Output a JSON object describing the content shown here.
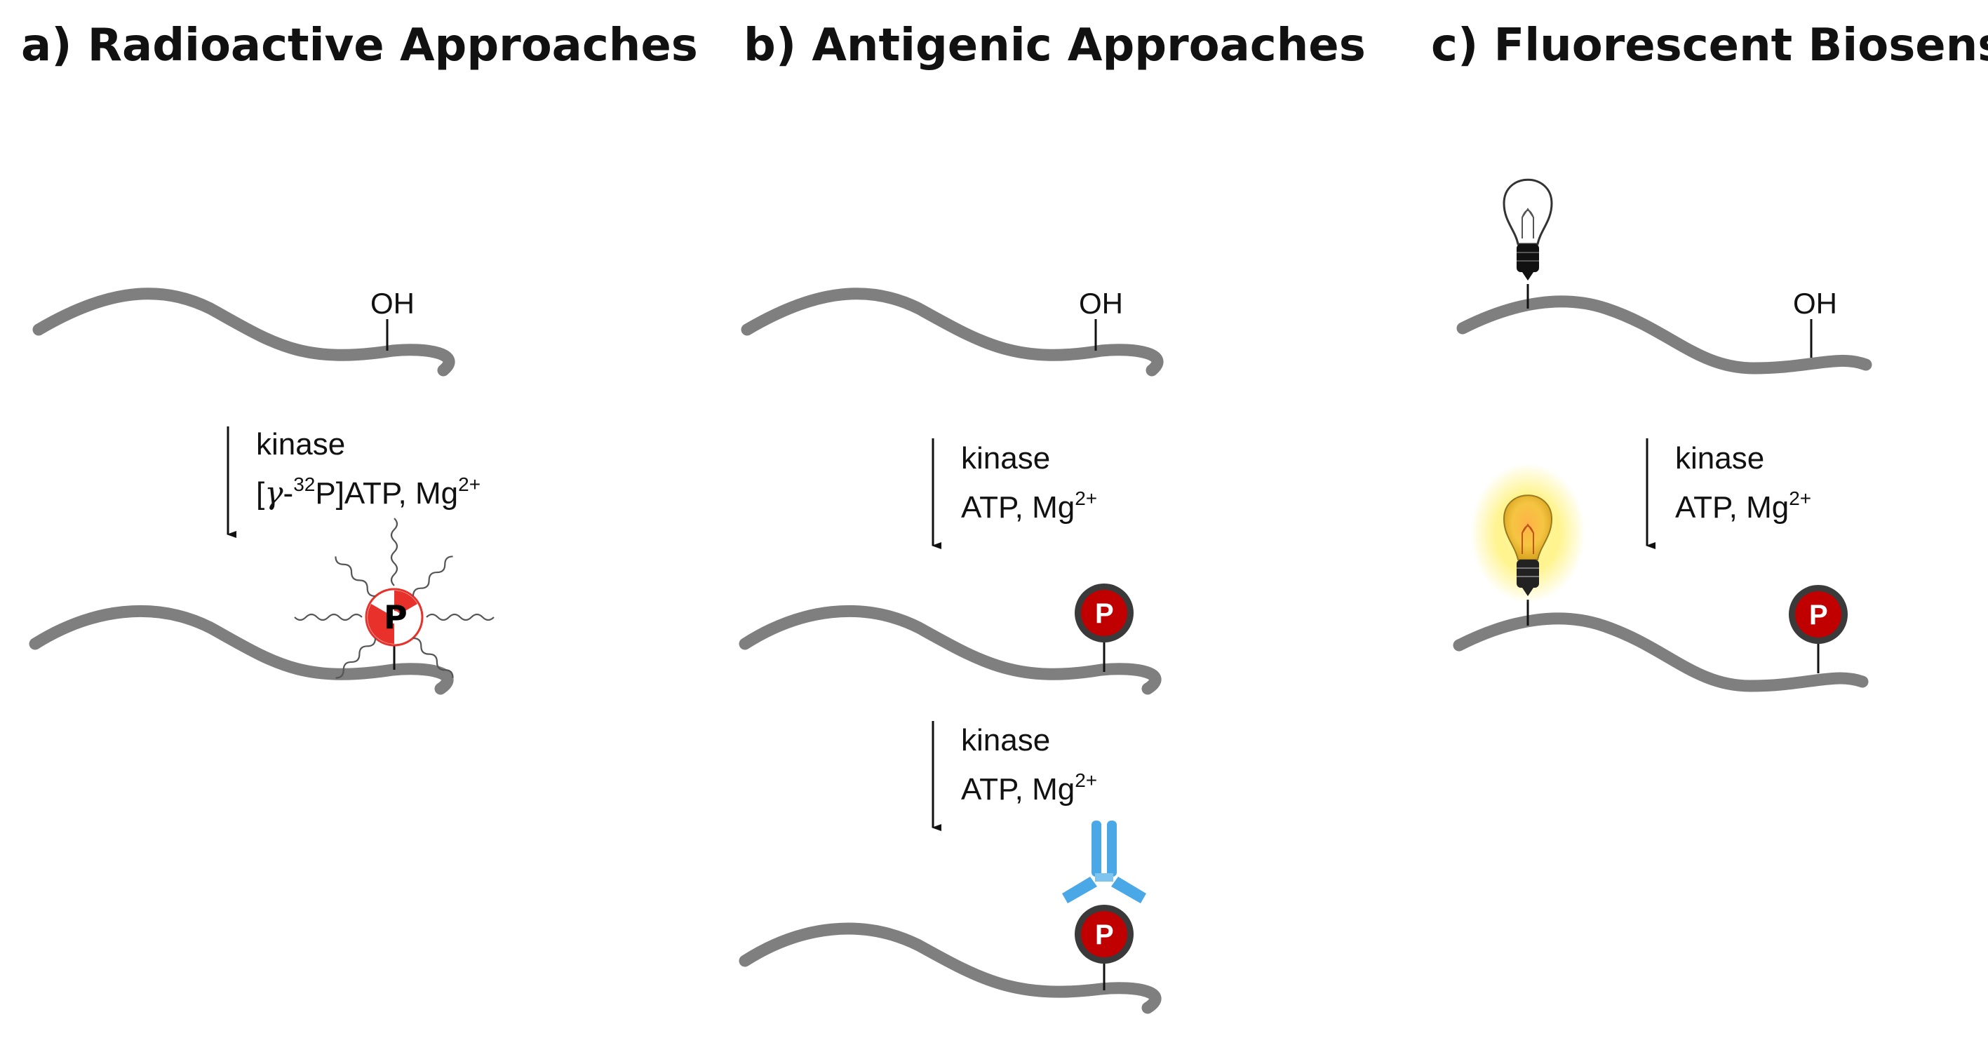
{
  "panels": {
    "a": {
      "title": "a) Radioactive Approaches",
      "oh": "OH",
      "reagent_line1": "kinase",
      "reagent_line2_prefix": "[",
      "reagent_line2_gamma": "γ",
      "reagent_line2_dash": "-",
      "reagent_line2_isotope": "32",
      "reagent_line2_mid": "P]ATP, Mg",
      "reagent_line2_charge": "2+",
      "phospho_label": "P"
    },
    "b": {
      "title": "b) Antigenic Approaches",
      "oh": "OH",
      "step1_line1": "kinase",
      "step1_line2": "ATP, Mg",
      "step1_charge": "2+",
      "step2_line1": "kinase",
      "step2_line2": "ATP, Mg",
      "step2_charge": "2+",
      "phospho_label_1": "P",
      "phospho_label_2": "P"
    },
    "c": {
      "title": "c) Fluorescent Biosensor",
      "oh": "OH",
      "reagent_line1": "kinase",
      "reagent_line2": "ATP, Mg",
      "reagent_charge": "2+",
      "phospho_label": "P"
    }
  },
  "colors": {
    "chain": "#7f7f7f",
    "phospho_fill": "#c00000",
    "phospho_ring": "#3a3a3a",
    "radio_red": "#e8312a",
    "antibody": "#4aa8e6",
    "glow": "#fff27a"
  },
  "icons": [
    "radioactive-phosphate-icon",
    "phosphate-icon",
    "antibody-icon",
    "lightbulb-off-icon",
    "lightbulb-on-icon"
  ]
}
